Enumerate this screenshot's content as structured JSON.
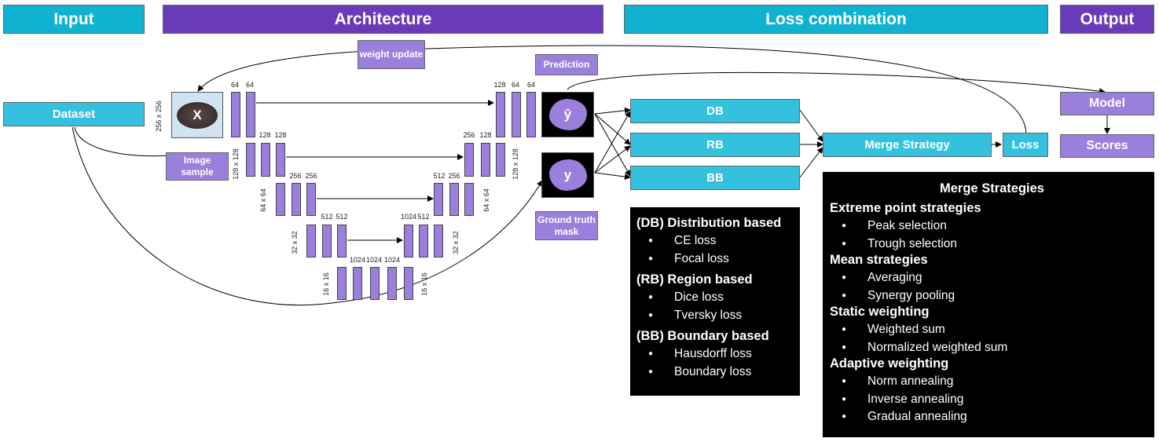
{
  "headers": {
    "input": "Input",
    "architecture": "Architecture",
    "loss_combination": "Loss combination",
    "output": "Output"
  },
  "colors": {
    "cyan": "#33c1de",
    "purple_header": "#6a3bb8",
    "purple_box": "#9b7fdc",
    "black": "#000000"
  },
  "left": {
    "dataset": "Dataset",
    "image_sample": "Image sample",
    "image_label": "X",
    "image_size": "256 x 256"
  },
  "weight_update": "weight update",
  "unet": {
    "enc1": [
      "64",
      "64"
    ],
    "enc2": [
      "128",
      "128"
    ],
    "enc3": [
      "256",
      "256"
    ],
    "enc4": [
      "512",
      "512"
    ],
    "bottleneck": [
      "1024",
      "1024",
      "1024"
    ],
    "dec4": [
      "1024",
      "512"
    ],
    "dec3": [
      "512",
      "256"
    ],
    "dec2": [
      "256",
      "128"
    ],
    "dec1": [
      "128",
      "64",
      "64"
    ],
    "size_128": "128 x 128",
    "size_64": "64 x 64",
    "size_32": "32 x 32",
    "size_16": "16 x 16"
  },
  "prediction": {
    "label": "Prediction",
    "symbol": "ŷ"
  },
  "ground_truth": {
    "label": "Ground truth mask",
    "symbol": "y"
  },
  "losses": {
    "db": "DB",
    "rb": "RB",
    "bb": "BB",
    "merge": "Merge Strategy",
    "loss": "Loss"
  },
  "output": {
    "model": "Model",
    "scores": "Scores"
  },
  "loss_types": {
    "db_title": "(DB) Distribution based",
    "db_items": [
      "CE loss",
      "Focal loss"
    ],
    "rb_title": "(RB) Region based",
    "rb_items": [
      "Dice loss",
      "Tversky loss"
    ],
    "bb_title": "(BB) Boundary based",
    "bb_items": [
      "Hausdorff loss",
      "Boundary loss"
    ]
  },
  "merge_strategies": {
    "title": "Merge Strategies",
    "extreme_title": "Extreme point strategies",
    "extreme_items": [
      "Peak selection",
      "Trough selection"
    ],
    "mean_title": "Mean strategies",
    "mean_items": [
      "Averaging",
      "Synergy pooling"
    ],
    "static_title": "Static weighting",
    "static_items": [
      "Weighted sum",
      "Normalized weighted sum"
    ],
    "adaptive_title": "Adaptive weighting",
    "adaptive_items": [
      "Norm annealing",
      "Inverse annealing",
      "Gradual annealing"
    ]
  }
}
